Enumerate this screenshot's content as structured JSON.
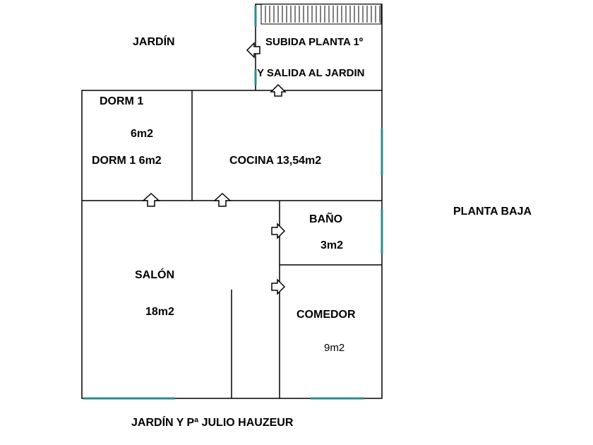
{
  "colors": {
    "wall": "#000000",
    "window": "#2e8b8b",
    "background": "#ffffff"
  },
  "labels": {
    "garden_top": "JARDÍN",
    "stairs_line1": "SUBIDA PLANTA 1º",
    "stairs_line2": "Y SALIDA AL JARDIN",
    "dorm_title": "DORM 1",
    "dorm_area": "6m2",
    "dorm_full": "DORM 1 6m2",
    "kitchen": "COCINA 13,54m2",
    "bath_title": "BAÑO",
    "bath_area": "3m2",
    "living_title": "SALÓN",
    "living_area": "18m2",
    "dining_title": "COMEDOR",
    "dining_area": "9m2",
    "floor_name": "PLANTA BAJA",
    "garden_bottom": "JARDÍN Y Pª JULIO HAUZEUR"
  },
  "icons": {
    "door_arrow": "arrow-icon",
    "stairs": "stairs-icon",
    "window": "window-icon"
  }
}
